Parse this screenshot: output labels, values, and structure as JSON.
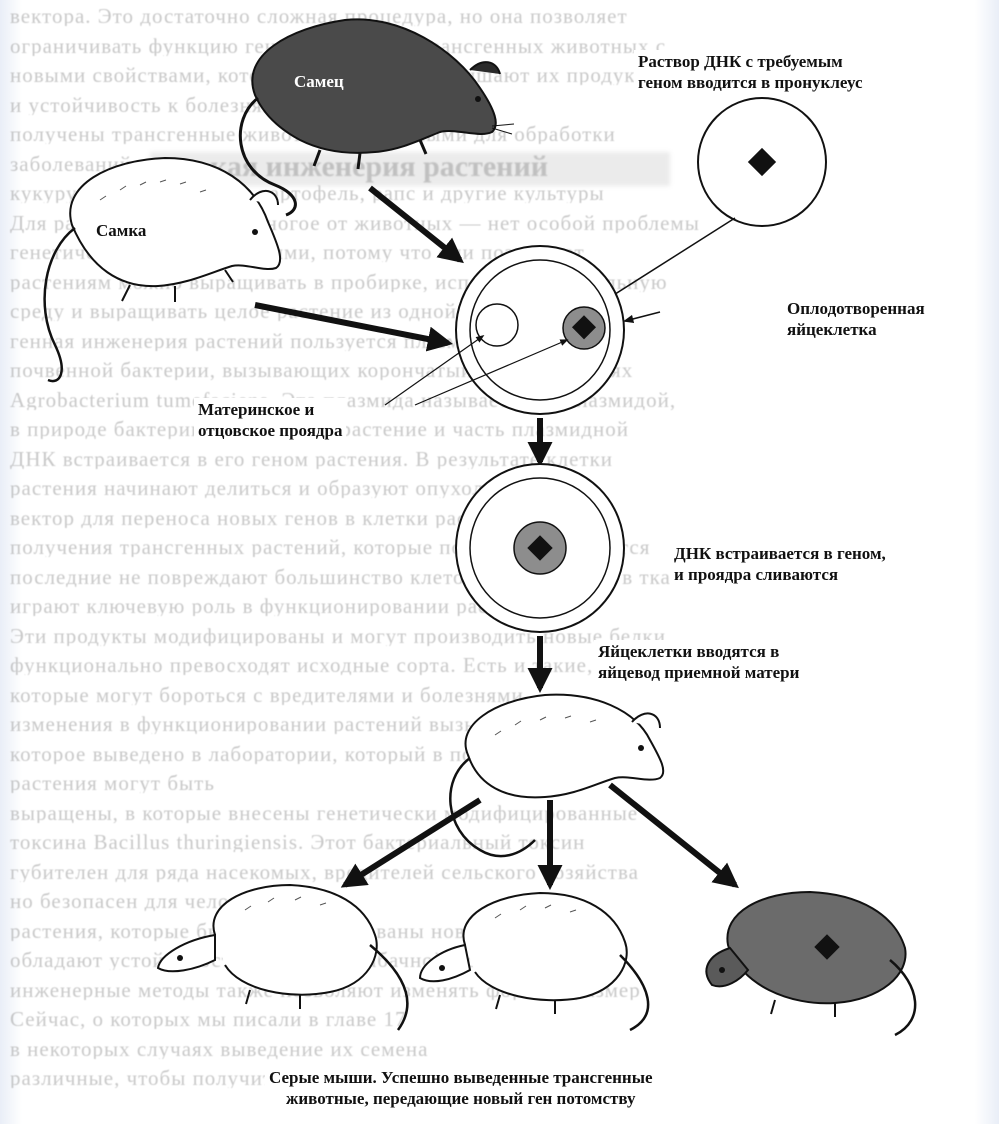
{
  "labels": {
    "male": "Самец",
    "female": "Самка",
    "dna_solution_line1": "Раствор ДНК с требуемым",
    "dna_solution_line2": "геном вводится в пронуклеус",
    "fertilized_line1": "Оплодотворенная",
    "fertilized_line2": "яйцеклетка",
    "pronuclei_line1": "Материнское и",
    "pronuclei_line2": "отцовское проядра",
    "integration_line1": "ДНК встраивается в геном,",
    "integration_line2": "и проядра сливаются",
    "transfer_line1": "Яйцеклетки вводятся в",
    "transfer_line2": "яйцевод приемной матери",
    "result_line1": "Серые мыши. Успешно выведенные трансгенные",
    "result_line2": "животные, передающие новый ген потомству"
  },
  "background_text": {
    "heading": "кая инженерия растений",
    "lines": [
      "вектора. Это достаточно сложная процедура, но она позволяет",
      "ограничивать функцию генов и получать трансгенных животных с",
      "новыми свойствами, которые значительно улучшают их продуктивность",
      "и устойчивость к болезням, чем другие методы",
      "получены трансгенные животные доступными для обработки",
      "заболеваний",
      "кукуруза, табак, томаты, картофель, рапс и другие культуры",
      "Для растений возможно многое от животных — нет особой проблемы",
      "генетическими заболеваниями, потому что они позволяют",
      "растениям можно выращивать в пробирке, используя питательную",
      "среду и выращивать целое растение из одной клетки",
      "генная инженерия растений пользуется плазмидой бактерий",
      "почвенной бактерии, вызывающих корончатый галл на стеблях",
      "Agrobacterium tumefaciens. Эта плазмида называется Ti-плазмидой,",
      "в природе бактерии проникают в растение и часть плазмидной",
      "ДНК встраивается в его геном растения. В результате клетки",
      "растения начинают делиться и образуют опухоль на корне",
      "вектор для переноса новых генов в клетки растений и",
      "получения трансгенных растений, которые потом выращиваются",
      "последние не повреждают большинство клеток, находящихся в ткани",
      "играют ключевую роль в функционировании растения",
      "Эти продукты модифицированы и могут производить новые белки",
      "функционально превосходят исходные сорта. Есть и такие,",
      "которые могут бороться с вредителями и болезнями",
      "изменения в функционировании растений вызывают интерес у",
      "которое выведено в лаборатории, который в почве",
      "растения могут быть",
      "выращены, в которые внесены генетически модифицированные",
      "токсина Bacillus thuringiensis. Этот бактериальный токсин",
      "губителен для ряда насекомых, вредителей сельского хозяйства",
      "но безопасен для человека",
      "растения, которые были модифицированы новым геном,",
      "обладают устойчивостью к вирусу табачной мозаики",
      "инженерные методы также позволяют изменять форму и размер",
      "Сейчас, о которых мы писали в главе 17",
      "в некоторых случаях выведение их семена",
      "различные, чтобы получить новые сорта"
    ]
  }
}
